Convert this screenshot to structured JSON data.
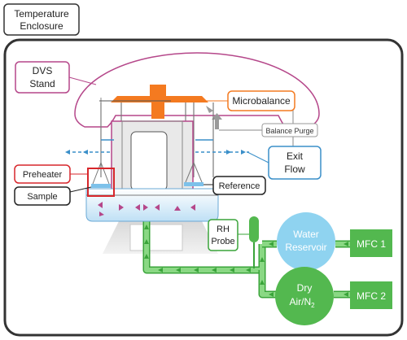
{
  "labels": {
    "enclosure_line1": "Temperature",
    "enclosure_line2": "Enclosure",
    "stand_line1": "DVS",
    "stand_line2": "Stand",
    "microbalance": "Microbalance",
    "balance_purge": "Balance Purge",
    "exit_line1": "Exit",
    "exit_line2": "Flow",
    "preheater": "Preheater",
    "sample": "Sample",
    "reference": "Reference",
    "rh_line1": "RH",
    "rh_line2": "Probe",
    "water_line1": "Water",
    "water_line2": "Reservoir",
    "dry_line1": "Dry",
    "dry_line2": "Air/N",
    "dry_subscript": "2",
    "mfc1": "MFC 1",
    "mfc2": "MFC 2"
  },
  "colors": {
    "enclosure": "#333333",
    "stand": "#b5478a",
    "microbalance": "#f47a20",
    "preheater": "#d7262b",
    "exit_flow": "#3a8fc9",
    "chamber": "#cfe6f7",
    "chamber_arrows": "#b5478a",
    "flow_line": "#71cf6b",
    "flow_edge": "#3aa43a",
    "water": "#8fd3f0",
    "mfc": "#53b84f"
  }
}
